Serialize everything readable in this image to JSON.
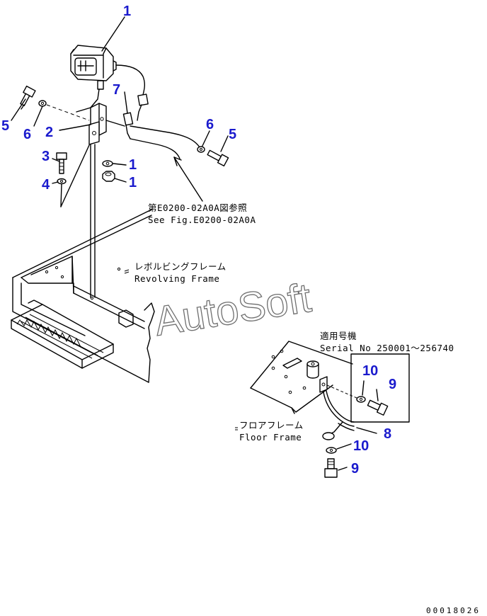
{
  "callouts": {
    "c1_top": "1",
    "c1_washer": "1",
    "c1_nut": "1",
    "c2": "2",
    "c3": "3",
    "c4": "4",
    "c5_left": "5",
    "c5_right": "5",
    "c6_left": "6",
    "c6_right": "6",
    "c7": "7",
    "c8": "8",
    "c9_upper": "9",
    "c9_lower": "9",
    "c10_upper": "10",
    "c10_lower": "10"
  },
  "notes": {
    "see_fig_jp": "第E0200-02A0A図参照",
    "see_fig_en": "See Fig.E0200-02A0A",
    "revolving_frame_jp": "レボルビングフレーム",
    "revolving_frame_en": "Revolving Frame",
    "serial_jp": "適用号機",
    "serial_en": "Serial No 250001～256740",
    "floor_frame_jp": "フロアフレーム",
    "floor_frame_en": "Floor Frame"
  },
  "watermark": "AutoSoft",
  "drawing_code": "00018026",
  "colors": {
    "callout": "#1a1acd",
    "line": "#000000",
    "watermark": "#6f6f6f"
  }
}
